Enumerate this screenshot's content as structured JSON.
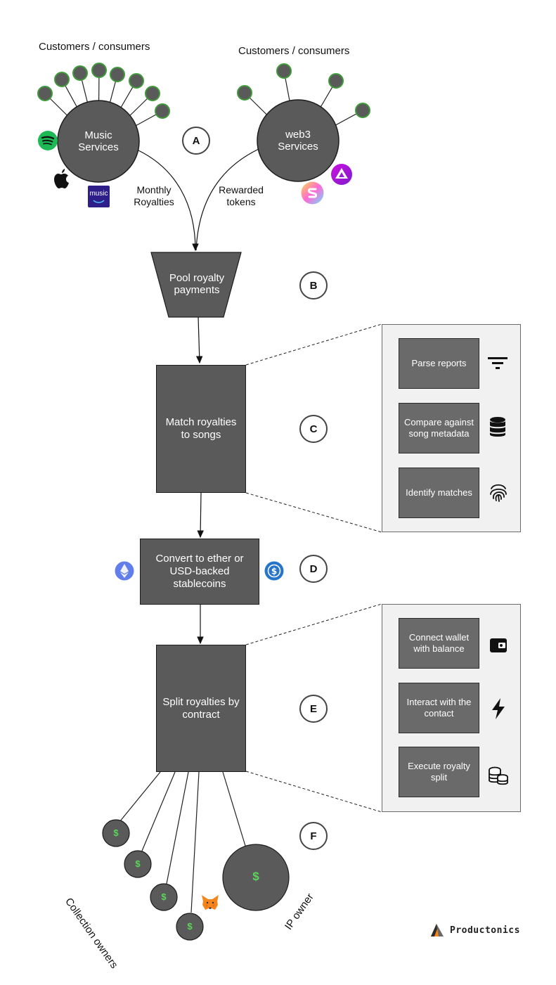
{
  "top_left_label": "Customers / consumers",
  "top_right_label": "Customers / consumers",
  "music_services": "Music Services",
  "web3_services": "web3 Services",
  "monthly_royalties": "Monthly Royalties",
  "rewarded_tokens": "Rewarded tokens",
  "pool": "Pool royalty payments",
  "match": "Match royalties to songs",
  "convert": "Convert to ether or USD-backed stablecoins",
  "split": "Split royalties by contract",
  "letters": [
    "A",
    "B",
    "C",
    "D",
    "E",
    "F"
  ],
  "match_steps": [
    "Parse reports",
    "Compare against song metadata",
    "Identify matches"
  ],
  "split_steps": [
    "Connect wallet with balance",
    "Interact with the contact",
    "Execute royalty split"
  ],
  "collection_owners": "Collection owners",
  "ip_owner": "IP owner",
  "dollar": "$",
  "apple_music_badge": "music",
  "brand": "Productonics",
  "colors": {
    "node": "#5a5a5a",
    "node_border": "#3f9a3a",
    "dollar": "#5ad65a",
    "spotify": "#1db954",
    "amazon": "#2d1e8a",
    "ethereum": "#627eea",
    "usdc": "#2775ca",
    "metamask": "#f6851b"
  }
}
